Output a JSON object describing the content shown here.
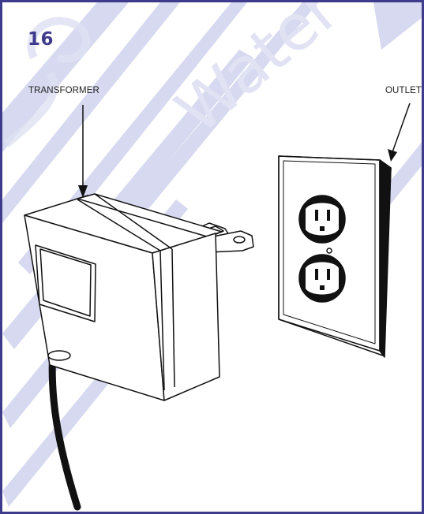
{
  "step_number": "16",
  "labels": {
    "transformer": "TRANSFORMER",
    "outlet": "OUTLET"
  },
  "watermark": {
    "text": "Water"
  },
  "colors": {
    "frame": "#3e3b8c",
    "stripes": "#cdd0ec",
    "ink": "#111111"
  },
  "icons": [
    "transformer-illustration",
    "outlet-illustration",
    "arrow-icon"
  ]
}
